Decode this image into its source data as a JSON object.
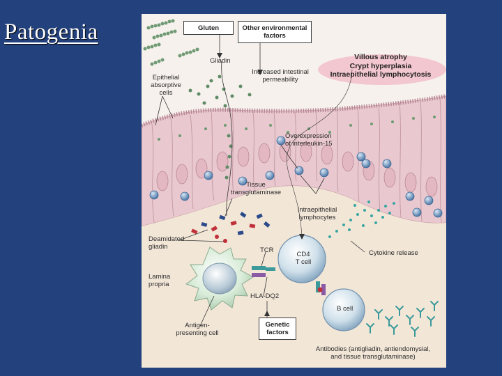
{
  "slide": {
    "title": "Patogenia"
  },
  "figure": {
    "boxes": {
      "gluten": "Gluten",
      "environmental": "Other environmental\nfactors",
      "genetic": "Genetic\nfactors"
    },
    "labels": {
      "gliadin": "Gliadin",
      "epithelial": "Epithelial\nabsorptive\ncells",
      "permeability": "Increased intestinal\npermeability",
      "villous": "Villous atrophy\nCrypt hyperplasia\nIntraepithelial lymphocytosis",
      "il15": "Overexpression\nof interleukin-15",
      "tissue_tg": "Tissue\ntransglutaminase",
      "iel": "Intraepithelial\nlymphocytes",
      "deamidated": "Deamidated\ngliadin",
      "tcr": "TCR",
      "cd4": "CD4\nT cell",
      "cytokine": "Cytokine release",
      "lamina": "Lamina\npropria",
      "hla": "HLA-DQ2",
      "apc": "Antigen-\npresenting cell",
      "bcell": "B cell",
      "antibodies": "Antibodies (antigliadin, antiendomysial,\nand tissue transglutaminase)"
    }
  }
}
